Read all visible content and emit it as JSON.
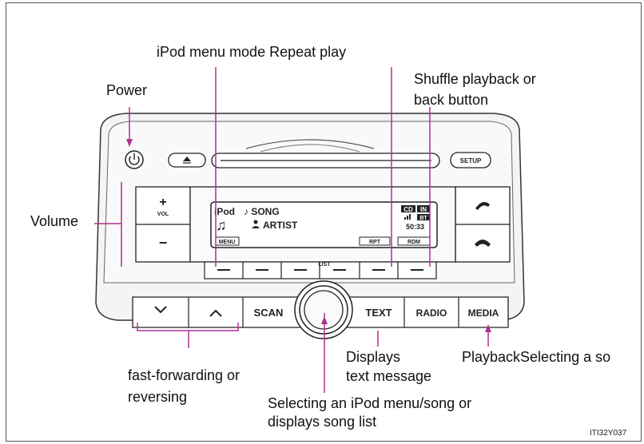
{
  "callouts": {
    "ipod_menu": "iPod menu mode Repeat play",
    "power": "Power",
    "shuffle_line1": "Shuffle playback or",
    "shuffle_line2": "back button",
    "volume": "Volume",
    "ff_line1": "fast-forwarding or",
    "ff_line2": "reversing",
    "text_line1": "Displays",
    "text_line2": "text message",
    "media": "PlaybackSelecting a so",
    "select_line1": "Selecting an iPod menu/song or",
    "select_line2": "displays song list"
  },
  "radio": {
    "setup": "SETUP",
    "vol_plus": "+",
    "vol_label": "VOL",
    "vol_minus": "−",
    "list": "LIST",
    "scan": "SCAN",
    "text": "TEXT",
    "radio": "RADIO",
    "media": "MEDIA",
    "chevron_down": "⌄",
    "chevron_up": "⌃"
  },
  "display": {
    "source": "iPod",
    "song": "♪ SONG",
    "artist": "ARTIST",
    "badge_cd": "CD",
    "badge_in": "IN",
    "badge_bt": "BT",
    "time": "50:33",
    "menu": "MENU",
    "rpt": "RPT",
    "rdm": "RDM"
  },
  "figure_id": "ITI32Y037",
  "colors": {
    "callout_line": "#b0308f",
    "panel": "#f2f2f2",
    "outline": "#333333"
  }
}
